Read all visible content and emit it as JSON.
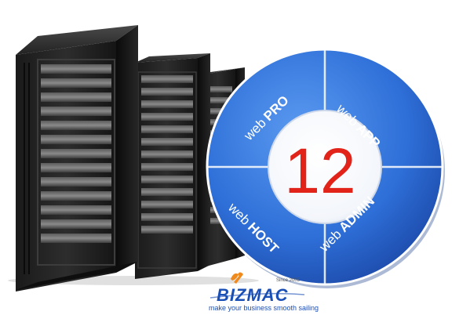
{
  "wheel": {
    "center_number": "12",
    "segments": [
      {
        "prefix": "web",
        "word": "PRO"
      },
      {
        "prefix": "web",
        "word": "APP"
      },
      {
        "prefix": "web",
        "word": "HOST"
      },
      {
        "prefix": "web",
        "word": "ADMIN"
      }
    ],
    "colors": {
      "ring": "#2f6fd6",
      "ring_dark": "#1b4aa8",
      "center_fill": "#ffffff",
      "number": "#e2231a"
    }
  },
  "logo": {
    "since": "Since 2005",
    "brand": "BIZMAC",
    "tagline": "make your business smooth sailing",
    "colors": {
      "brand": "#1a4fb5",
      "accent": "#f08a1c"
    }
  },
  "graphic": {
    "description_icon": "server-rack-icon"
  }
}
